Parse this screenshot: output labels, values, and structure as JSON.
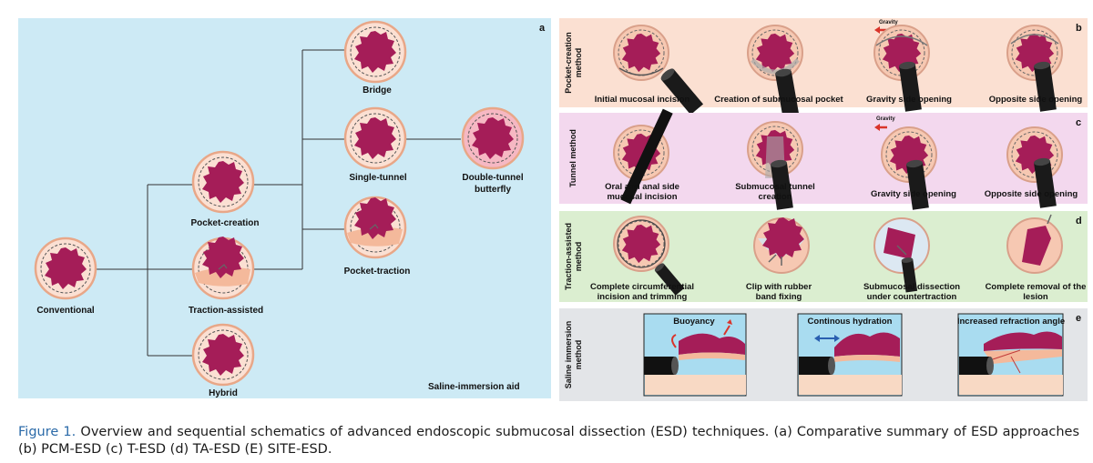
{
  "colors": {
    "panel_a": "#cdeaf5",
    "panel_b": "#fbe0d2",
    "panel_c": "#f3d8ee",
    "panel_d": "#dbeed0",
    "panel_e": "#e3e5e8",
    "lesion": "#a51d58",
    "mucosa": "#f6c8b2",
    "caption_accent": "#2b6aa8"
  },
  "panel_a": {
    "letter": "a",
    "aid_label": "Saline-immersion aid",
    "nodes": {
      "conventional": "Conventional",
      "pocket_creation": "Pocket-creation",
      "traction_assisted": "Traction-assisted",
      "hybrid": "Hybrid",
      "bridge": "Bridge",
      "single_tunnel": "Single-tunnel",
      "pocket_traction": "Pocket-traction",
      "double_tunnel_1": "Double-tunnel",
      "double_tunnel_2": "butterfly"
    }
  },
  "panel_b": {
    "letter": "b",
    "side_1": "Pocket-creation",
    "side_2": "method",
    "gravity": "Gravity",
    "steps": [
      "Initial mucosal incision",
      "Creation of submucosal pocket",
      "Gravity side opening",
      "Opposite side opening"
    ]
  },
  "panel_c": {
    "letter": "c",
    "side_1": "Tunnel method",
    "gravity": "Gravity",
    "steps": [
      [
        "Oral and anal side",
        "mucosal incision"
      ],
      [
        "Submucosal tunnel",
        "creation"
      ],
      [
        "Gravity side opening",
        ""
      ],
      [
        "Opposite side opening",
        ""
      ]
    ]
  },
  "panel_d": {
    "letter": "d",
    "side_1": "Traction-assisted",
    "side_2": "method",
    "steps": [
      [
        "Complete circumferential",
        "incision and trimming"
      ],
      [
        "Clip with rubber",
        "band fixing"
      ],
      [
        "Submucosal dissection",
        "under countertraction"
      ],
      [
        "Complete removal of the",
        "lesion"
      ]
    ]
  },
  "panel_e": {
    "letter": "e",
    "side_1": "Saline immersion",
    "side_2": "method",
    "scenes": [
      "Buoyancy",
      "Continous hydration",
      "Increased refraction angle"
    ]
  },
  "caption": {
    "lead": "Figure 1.",
    "text": " Overview and sequential schematics of advanced endoscopic submucosal dissection (ESD) techniques. (a) Comparative summary of ESD approaches (b) PCM-ESD (c) T-ESD (d) TA-ESD (E) SITE-ESD."
  }
}
